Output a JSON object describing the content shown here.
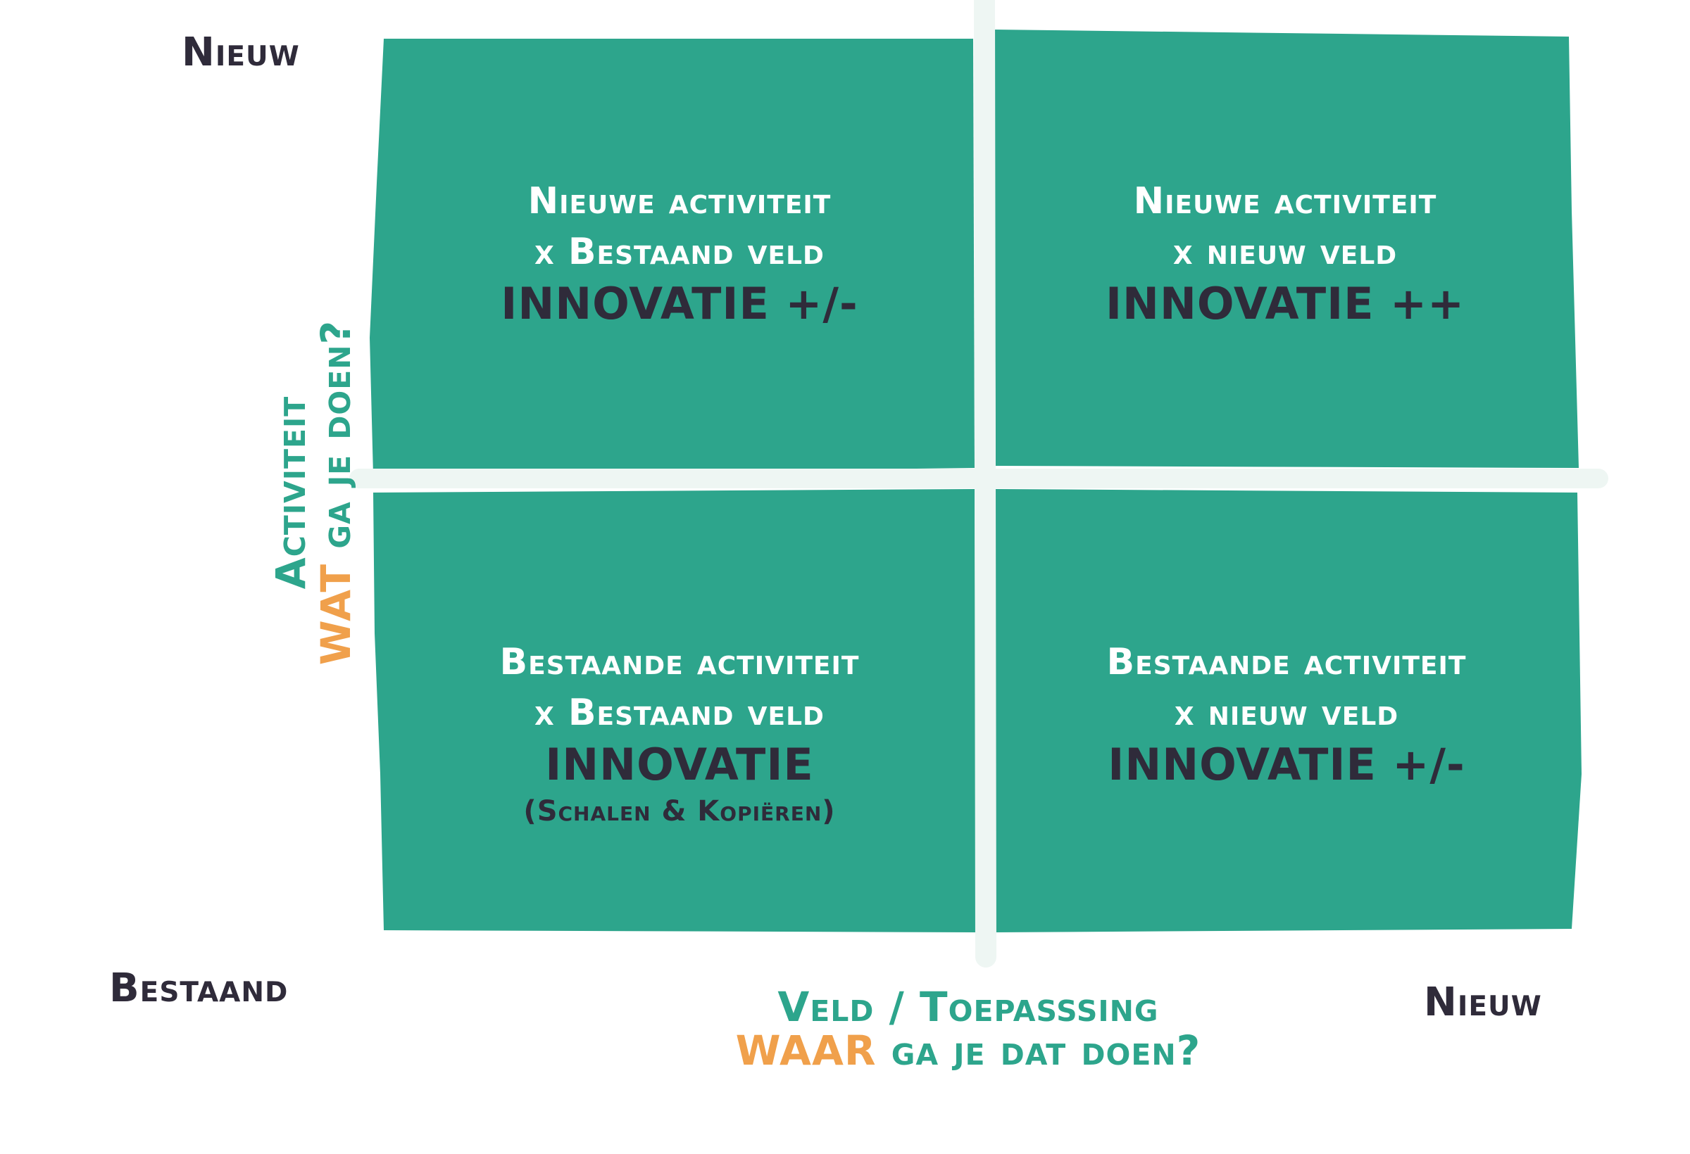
{
  "colors": {
    "quadrant_fill": "#2da58c",
    "divider": "#eef6f3",
    "dark_text": "#2f2b3a",
    "white_text": "#ffffff",
    "axis_green": "#2da58c",
    "axis_orange": "#f0a04b"
  },
  "quadrants": {
    "top_left": {
      "line1": "Nieuwe activiteit",
      "line2": "x Bestaand veld",
      "result": "INNOVATIE +/-"
    },
    "top_right": {
      "line1": "Nieuwe activiteit",
      "line2": "x nieuw veld",
      "result": "INNOVATIE ++"
    },
    "bottom_left": {
      "line1": "Bestaande activiteit",
      "line2": "x Bestaand veld",
      "result": "INNOVATIE",
      "note": "(Schalen & Kopiëren)"
    },
    "bottom_right": {
      "line1": "Bestaande activiteit",
      "line2": "x nieuw veld",
      "result": "INNOVATIE +/-"
    }
  },
  "axes": {
    "y_top": "Nieuw",
    "origin": "Bestaand",
    "x_right": "Nieuw",
    "y_title": {
      "line1": "Activiteit",
      "highlight": "WAT",
      "rest": "ga je doen?"
    },
    "x_title": {
      "line1": "Veld / Toepasssing",
      "highlight": "WAAR",
      "rest": "ga je dat doen?"
    }
  }
}
